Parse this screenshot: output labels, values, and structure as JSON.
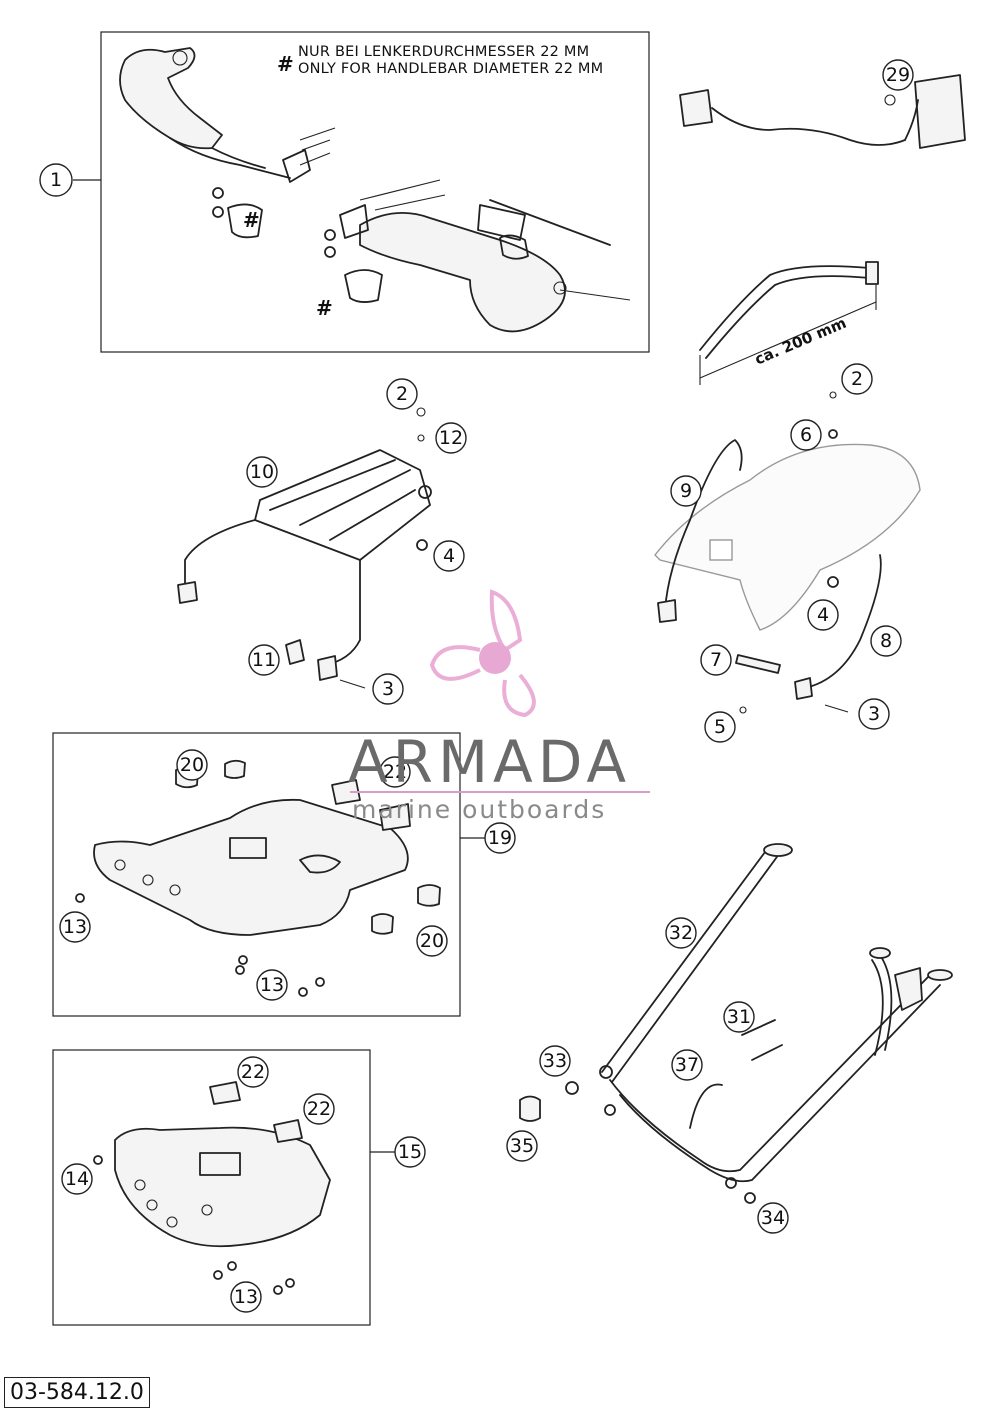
{
  "note": {
    "marker": "#",
    "line1": "NUR BEI LENKERDURCHMESSER 22 MM",
    "line2": "ONLY FOR HANDLEBAR DIAMETER 22 MM"
  },
  "hash_symbol": "#",
  "dimension_label": "ca. 200 mm",
  "document_number": "03-584.12.0",
  "watermark": {
    "brand": "ARMADA",
    "tagline": "marine outboards",
    "colors": {
      "petal": "#e8a6d3",
      "hub": "#e5a0cf",
      "text": "#6a6a6a"
    }
  },
  "callouts": {
    "c1": "1",
    "c29": "29",
    "c2a": "2",
    "c12": "12",
    "c10": "10",
    "c4a": "4",
    "c11": "11",
    "c3a": "3",
    "c2b": "2",
    "c6": "6",
    "c9": "9",
    "c4b": "4",
    "c8": "8",
    "c7": "7",
    "c5": "5",
    "c3b": "3",
    "c20a": "20",
    "c22a": "22",
    "c19": "19",
    "c13a": "13",
    "c20b": "20",
    "c13b": "13",
    "c32": "32",
    "c31": "31",
    "c33": "33",
    "c37": "37",
    "c35": "35",
    "c34": "34",
    "c22b": "22",
    "c22c": "22",
    "c14": "14",
    "c15": "15",
    "c13c": "13"
  }
}
